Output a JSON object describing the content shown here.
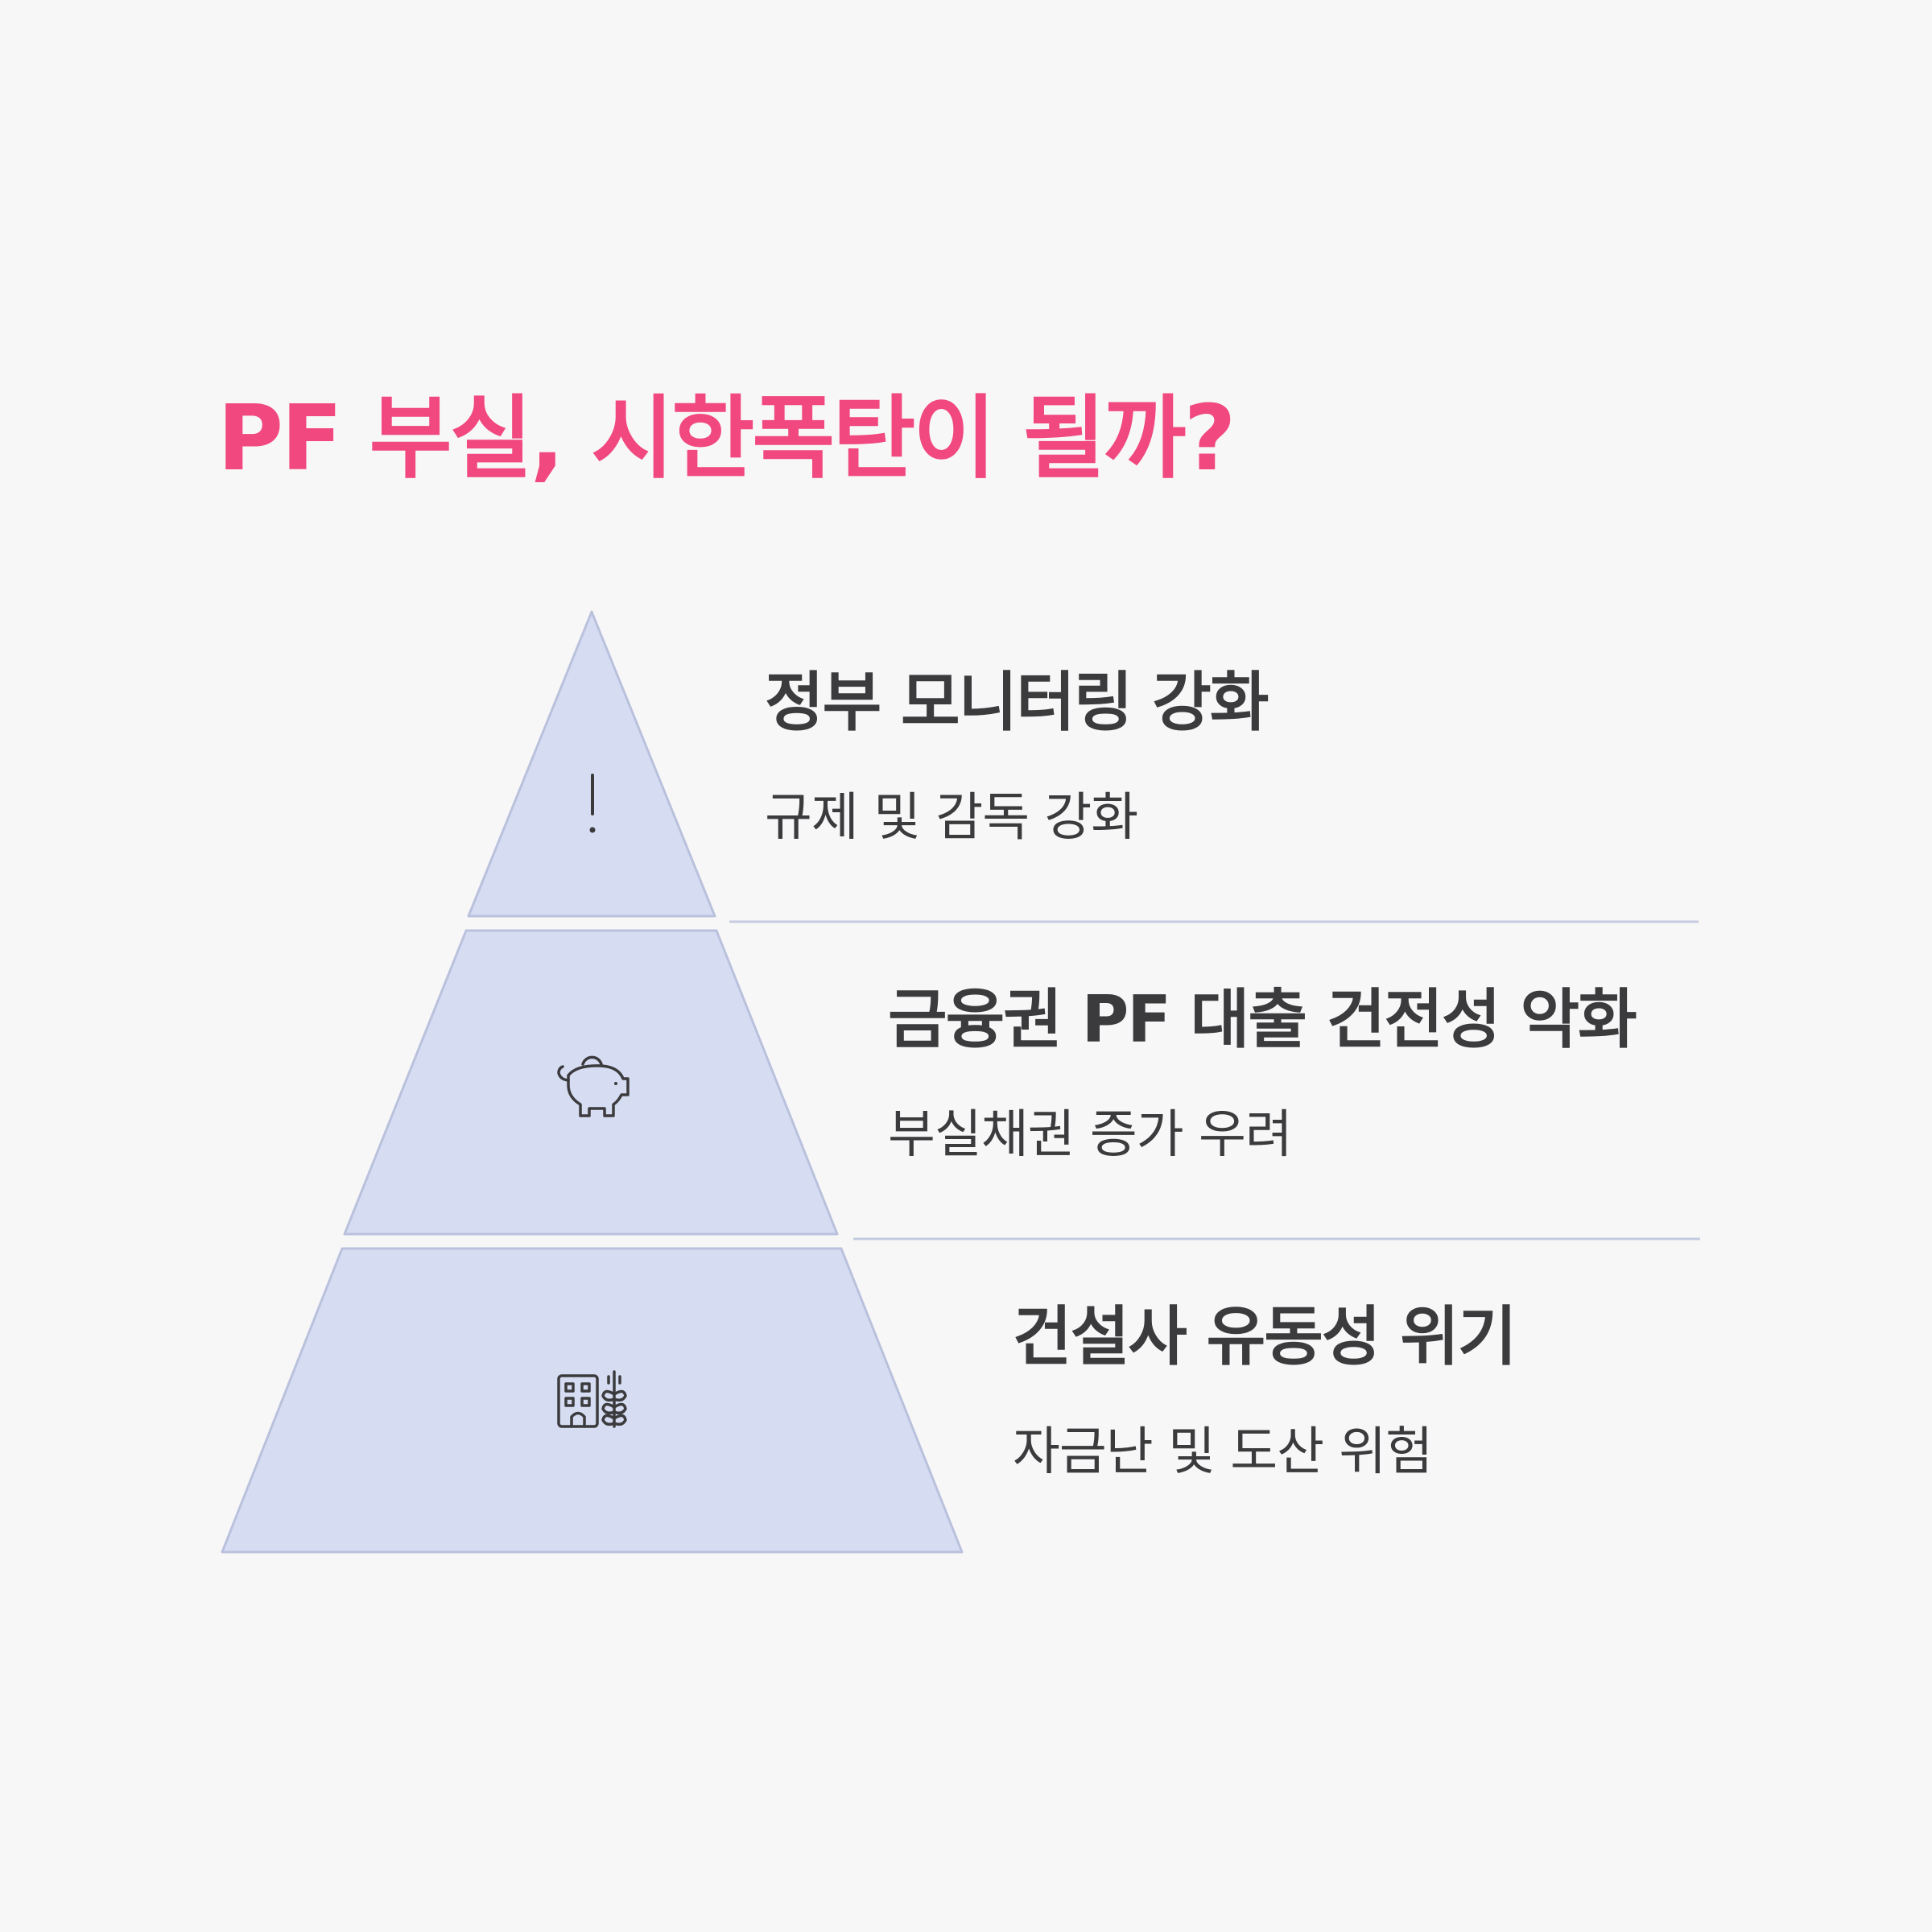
{
  "title": "PF 부실, 시한폭탄이 될까?",
  "colors": {
    "title": "#f0487f",
    "tier_fill": "#d6ddf3",
    "tier_stroke": "#b9c1dc",
    "divider": "#c5cbdf",
    "text": "#3b3b3d"
  },
  "tiers": [
    {
      "heading": "정부 모니터링 강화",
      "description": "규제 및 감독 강화",
      "icon": "exclamation-icon"
    },
    {
      "heading": "금융권 PF 대출 건전성 악화",
      "description": "부실채권 증가 우려",
      "icon": "piggy-bank-icon"
    },
    {
      "heading": "건설사 유동성 위기",
      "description": "자금난 및 도산 위험",
      "icon": "building-wheat-icon"
    }
  ]
}
